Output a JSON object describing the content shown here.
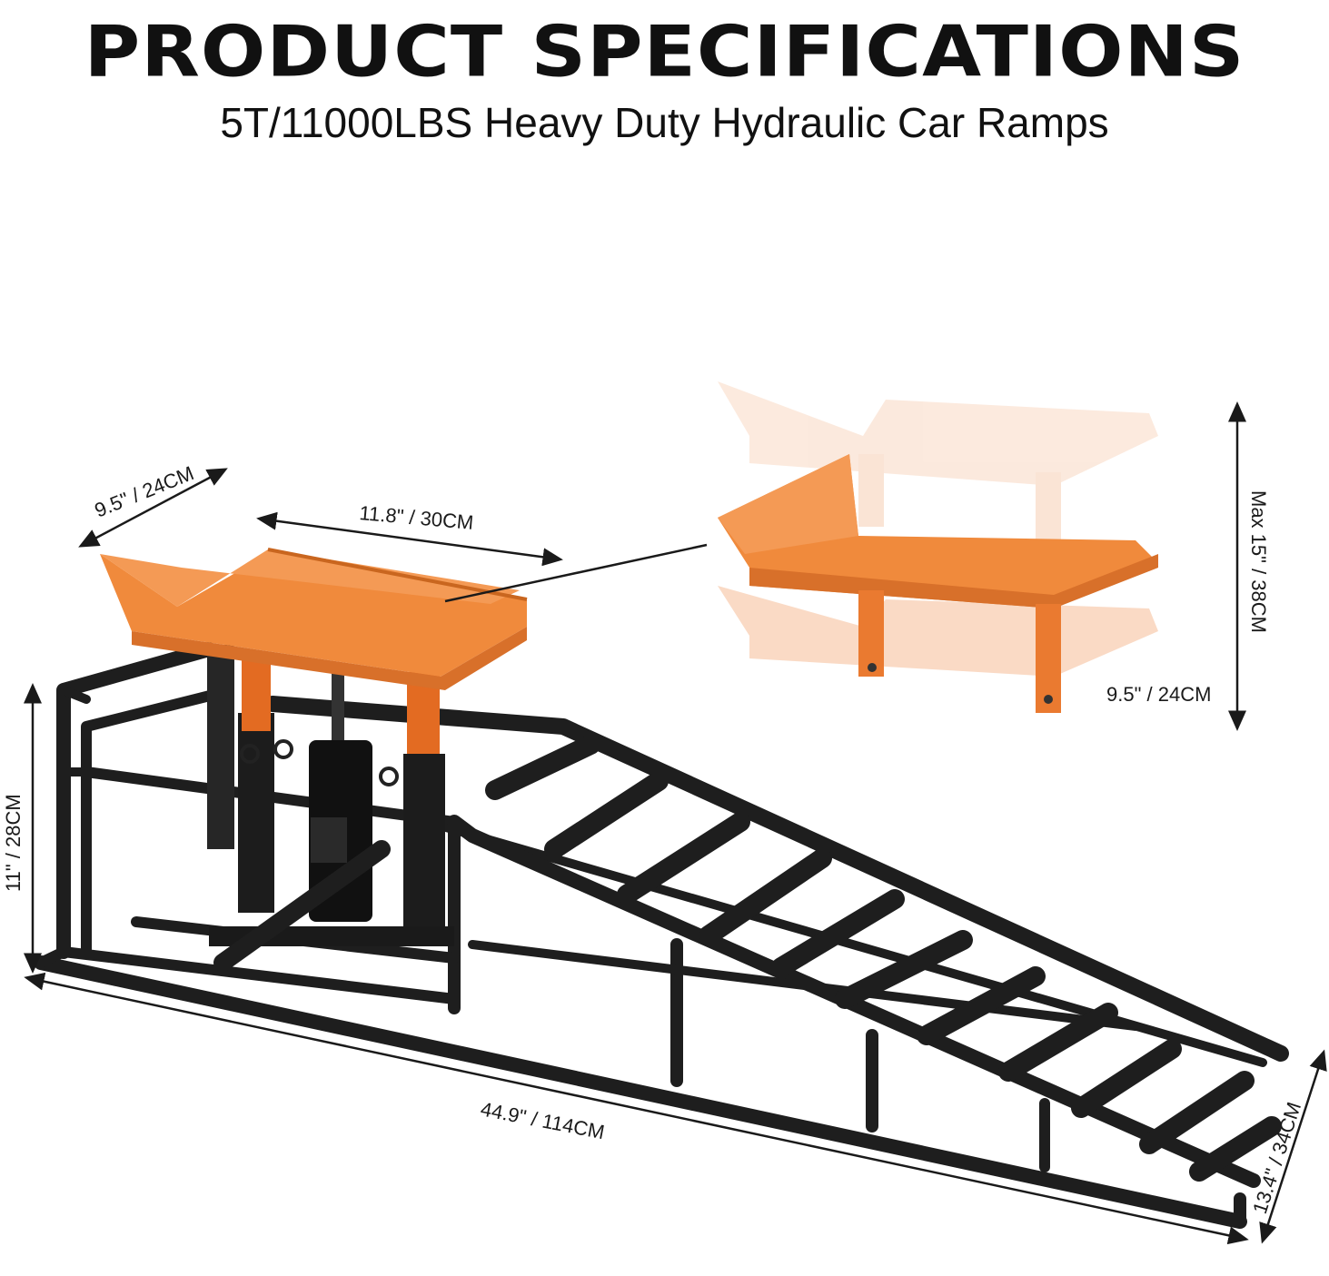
{
  "header": {
    "title": "PRODUCT SPECIFICATIONS",
    "subtitle": "5T/11000LBS Heavy Duty Hydraulic Car Ramps"
  },
  "dimensions": {
    "platform_width": "9.5\" / 24CM",
    "platform_length": "11.8\" / 30CM",
    "max_height": "Max 15\" / 38CM",
    "detail_width": "9.5\" / 24CM",
    "min_height": "11\" / 28CM",
    "total_length": "44.9\" / 114CM",
    "base_width": "13.4\" / 34CM"
  },
  "colors": {
    "ramp_frame": "#1e1e1e",
    "platform": "#f08a3c",
    "platform_light": "#f6c2a0"
  }
}
